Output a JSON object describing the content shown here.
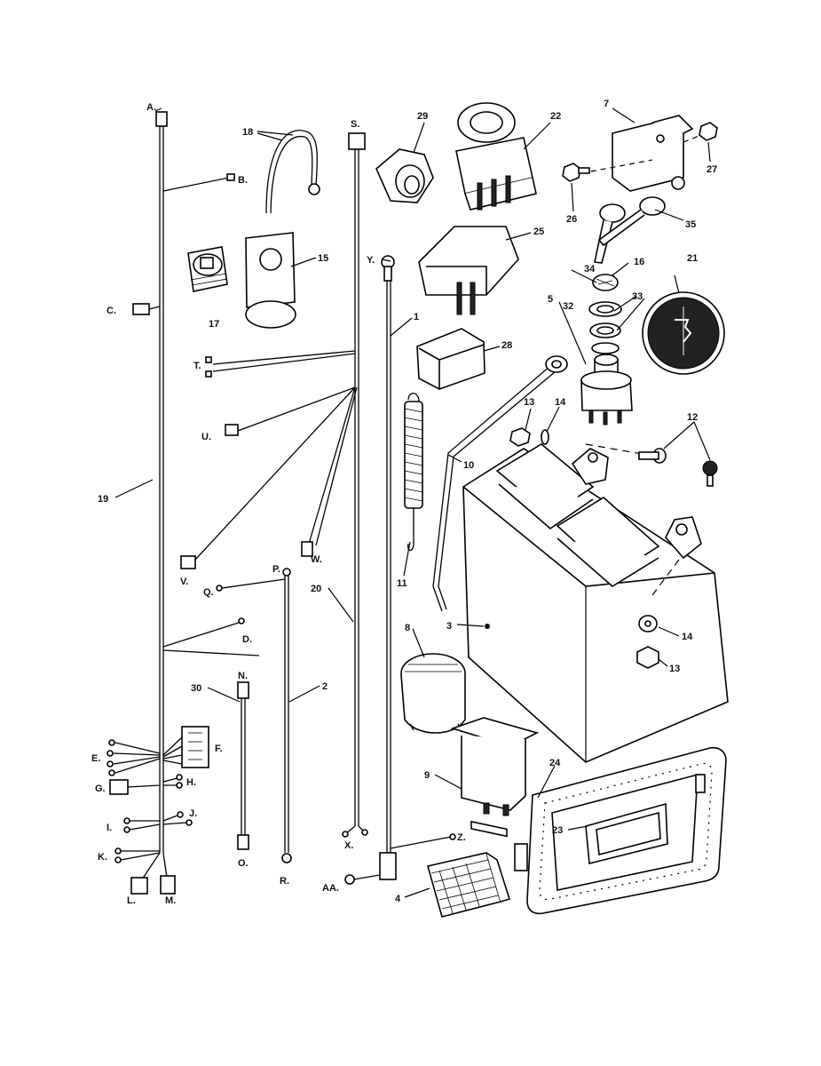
{
  "callouts": {
    "A": "A.",
    "B": "B.",
    "C": "C.",
    "D": "D.",
    "E": "E.",
    "F": "F.",
    "G": "G.",
    "H": "H.",
    "I": "I.",
    "J": "J.",
    "K": "K.",
    "L": "L.",
    "M": "M.",
    "N": "N.",
    "O": "O.",
    "P": "P.",
    "Q": "Q.",
    "R": "R.",
    "S": "S.",
    "T": "T.",
    "U": "U.",
    "V": "V.",
    "W": "W.",
    "X": "X.",
    "Y": "Y.",
    "Z": "Z.",
    "AA": "AA."
  },
  "parts": {
    "p1": "1",
    "p2": "2",
    "p3": "3",
    "p4": "4",
    "p5": "5",
    "p7": "7",
    "p8": "8",
    "p9": "9",
    "p10": "10",
    "p11": "11",
    "p12": "12",
    "p13a": "13",
    "p13b": "13",
    "p14a": "14",
    "p14b": "14",
    "p15": "15",
    "p16": "16",
    "p17": "17",
    "p18": "18",
    "p19": "19",
    "p20": "20",
    "p21": "21",
    "p22": "22",
    "p23": "23",
    "p24": "24",
    "p25": "25",
    "p26": "26",
    "p27": "27",
    "p28": "28",
    "p29": "29",
    "p30": "30",
    "p32": "32",
    "p33": "33",
    "p34": "34",
    "p35": "35"
  }
}
